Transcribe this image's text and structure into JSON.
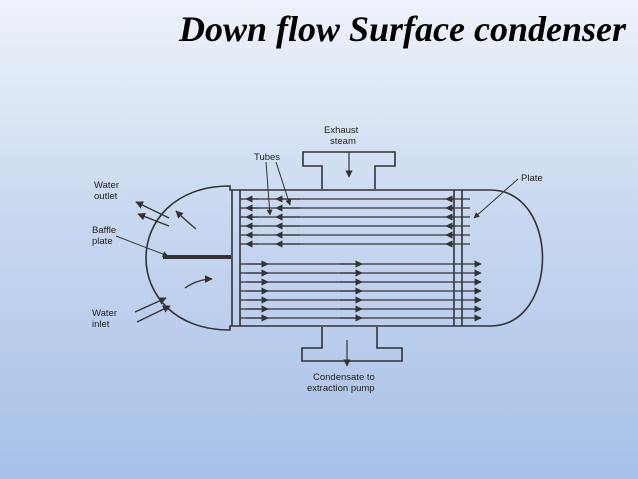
{
  "slide": {
    "title": "Down flow Surface condenser"
  },
  "diagram": {
    "labels": {
      "exhaust_1": "Exhaust",
      "exhaust_2": "steam",
      "tubes": "Tubes",
      "plate": "Plate",
      "water_outlet_1": "Water",
      "water_outlet_2": "outlet",
      "baffle_1": "Baffle",
      "baffle_2": "plate",
      "water_inlet_1": "Water",
      "water_inlet_2": "inlet",
      "condensate_1": "Condensate to",
      "condensate_2": "extraction pump"
    }
  }
}
